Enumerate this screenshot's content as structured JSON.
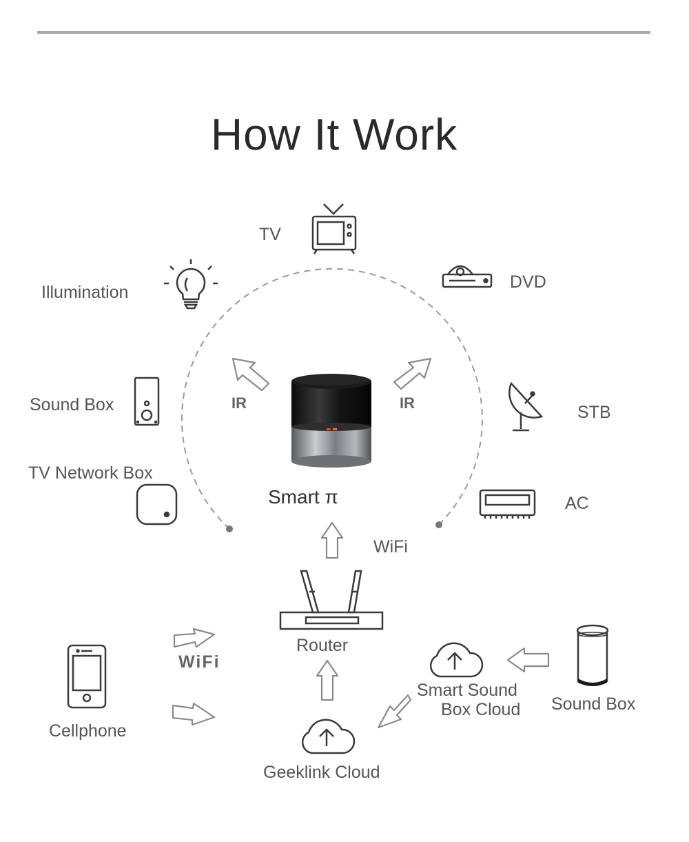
{
  "title": "How It Work",
  "labels": {
    "tv": "TV",
    "dvd": "DVD",
    "illumination": "Illumination",
    "sound_box_left": "Sound Box",
    "tv_network_box": "TV Network Box",
    "stb": "STB",
    "ac": "AC",
    "ir_left": "IR",
    "ir_right": "IR",
    "smart_pi": "Smart π",
    "wifi_top": "WiFi",
    "router": "Router",
    "wifi_left": "WiFi",
    "cellphone": "Cellphone",
    "geeklink_cloud": "Geeklink Cloud",
    "smart_sound_box_cloud_line1": "Smart Sound",
    "smart_sound_box_cloud_line2": "Box Cloud",
    "sound_box_right": "Sound Box"
  },
  "colors": {
    "outline": "#3a3a3a",
    "arrow": "#8a8a8a",
    "dashed": "#9a9a9a",
    "device_body": "#1a1a1a",
    "device_base": "#8f9399",
    "led": "#ff3b1f"
  },
  "icons": [
    "tv-icon",
    "dvd-icon",
    "bulb-icon",
    "speaker-icon",
    "network-box-icon",
    "satellite-dish-icon",
    "air-conditioner-icon",
    "router-icon",
    "cellphone-icon",
    "cloud-upload-icon",
    "smart-speaker-icon"
  ]
}
